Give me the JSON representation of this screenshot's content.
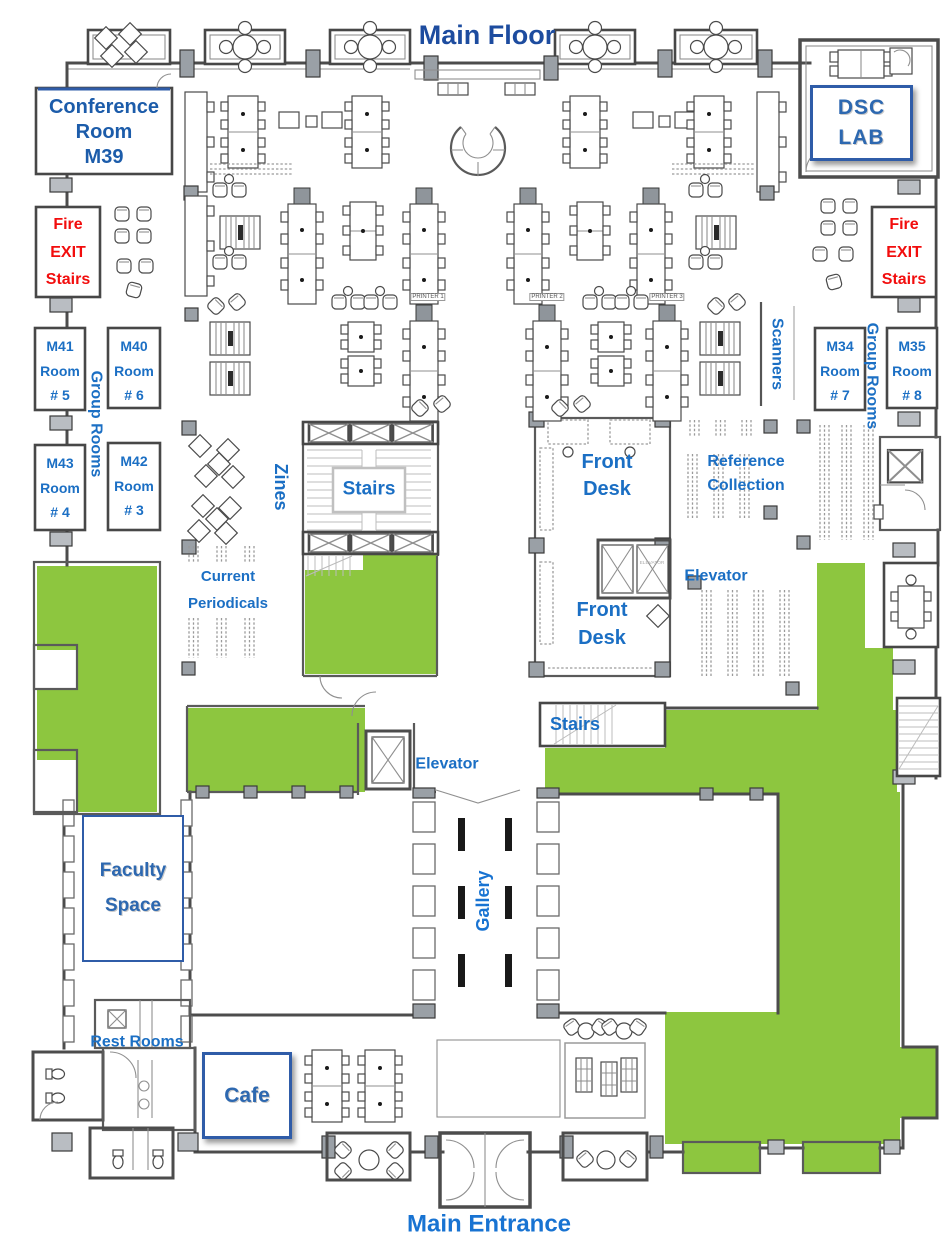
{
  "palette": {
    "label_blue": "#1b6fc4",
    "deep_blue": "#1d4c9f",
    "box_label_blue": "#2d68b0",
    "box_blue": "#2f5ca8",
    "entrance_blue": "#1873d2",
    "fire_red": "#f20d0d",
    "highlight_green": "#8dc63f",
    "wall_gray": "#4c4c4c"
  },
  "labels": {
    "main_floor": "Main Floor",
    "main_entrance": "Main Entrance",
    "conference_room": [
      "Conference",
      "Room",
      "M39"
    ],
    "dsc_lab": [
      "DSC",
      "LAB"
    ],
    "fire_exit_left": [
      "Fire",
      "EXIT",
      "Stairs"
    ],
    "fire_exit_right": [
      "Fire",
      "EXIT",
      "Stairs"
    ],
    "group_rooms_left": "Group Rooms",
    "group_rooms_right": "Group Rooms",
    "m41": [
      "M41",
      "Room",
      "# 5"
    ],
    "m40": [
      "M40",
      "Room",
      "# 6"
    ],
    "m43": [
      "M43",
      "Room",
      "# 4"
    ],
    "m42": [
      "M42",
      "Room",
      "# 3"
    ],
    "m34": [
      "M34",
      "Room",
      "# 7"
    ],
    "m35": [
      "M35",
      "Room",
      "# 8"
    ],
    "scanners": "Scanners",
    "zines": "Zines",
    "stairs_upper": "Stairs",
    "stairs_south": "Stairs",
    "front_desk_upper": [
      "Front",
      "Desk"
    ],
    "front_desk_lower": [
      "Front",
      "Desk"
    ],
    "reference_collection": [
      "Reference",
      "Collection"
    ],
    "elevator_center": "Elevator",
    "elevator_south": "Elevator",
    "elevator_shaft_tag": "ELEVATOR",
    "current_periodicals": [
      "Current",
      "Periodicals"
    ],
    "gallery": "Gallery",
    "faculty_space": [
      "Faculty",
      "Space"
    ],
    "rest_rooms": "Rest Rooms",
    "cafe": "Cafe",
    "printer_1": "PRINTER 1",
    "printer_2": "PRINTER 2",
    "printer_3": "PRINTER 3"
  }
}
